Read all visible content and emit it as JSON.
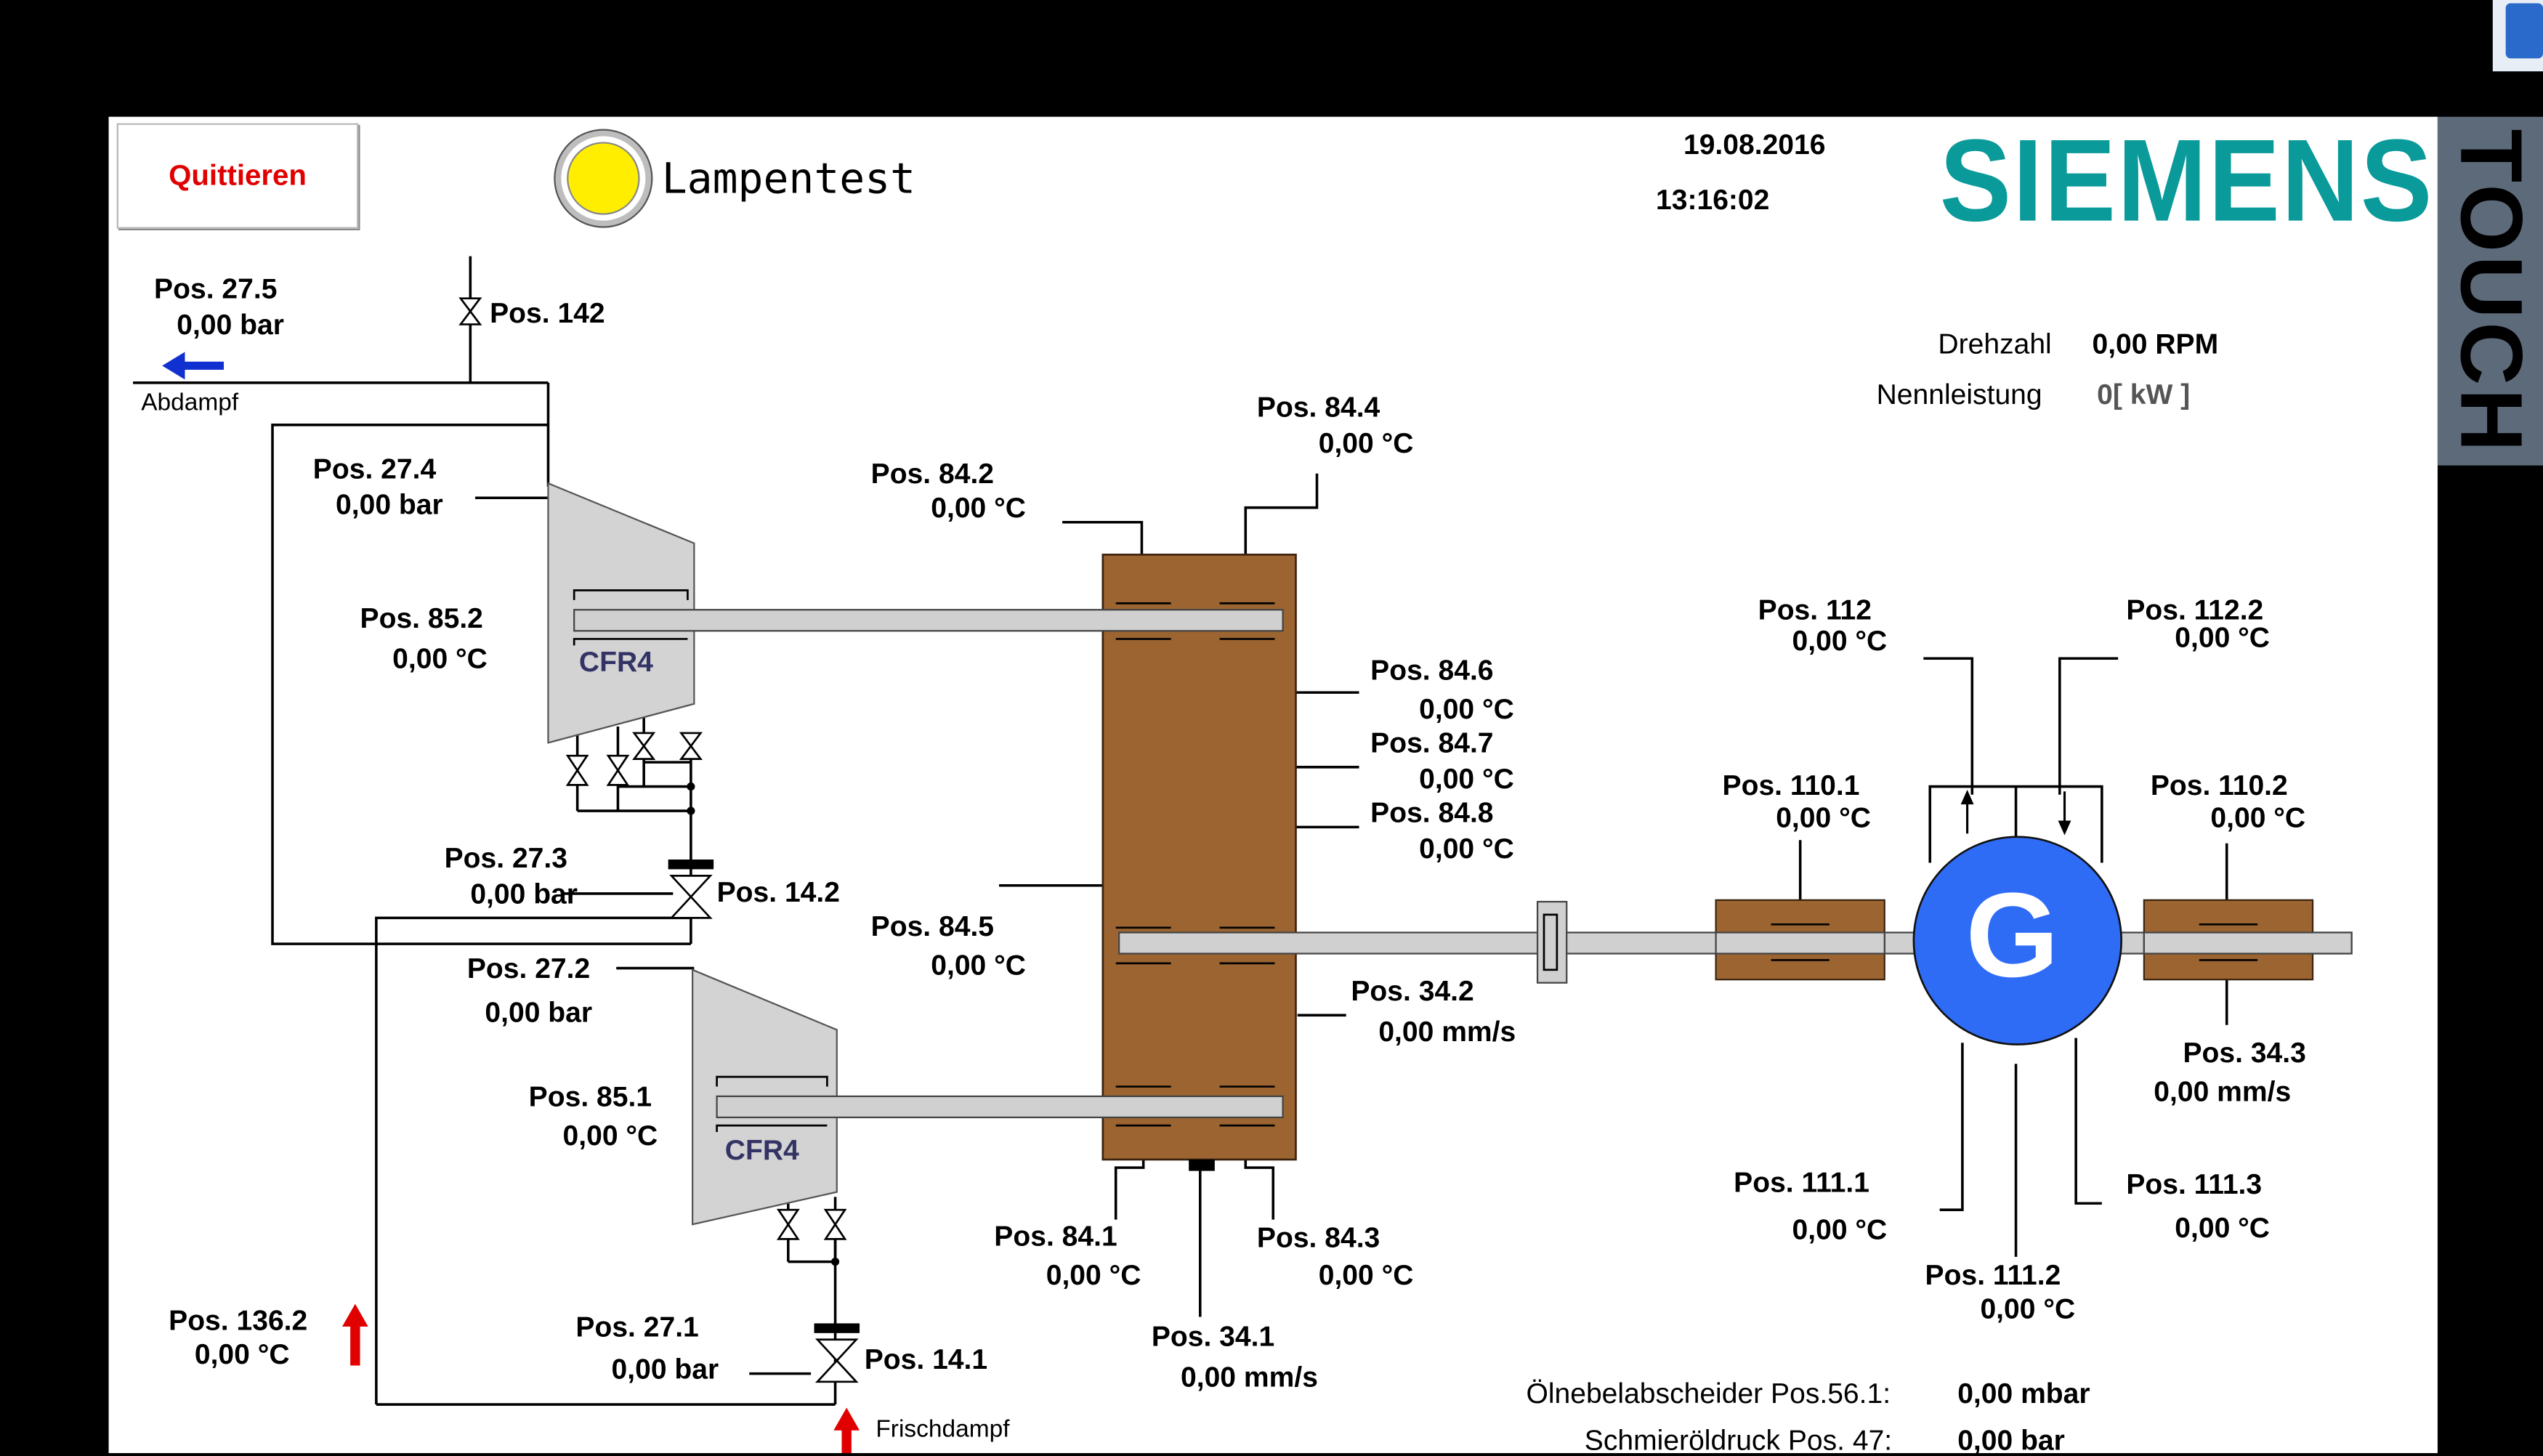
{
  "header": {
    "ack_button": "Quittieren",
    "lamp_test": "Lampentest",
    "date": "19.08.2016",
    "time": "13:16:02",
    "brand": "SIEMENS",
    "side_label": "TOUCH"
  },
  "status": {
    "speed_label": "Drehzahl",
    "speed_value": "0,00 RPM",
    "power_label": "Nennleistung",
    "power_value": "0[ kW ]"
  },
  "flow_labels": {
    "exhaust": "Abdampf",
    "live_steam": "Frischdampf"
  },
  "turbine_labels": {
    "upper": "CFR4",
    "lower": "CFR4"
  },
  "generator_label": "G",
  "points": {
    "p27_5": {
      "name": "Pos. 27.5",
      "value": "0,00 bar"
    },
    "p142": {
      "name": "Pos. 142"
    },
    "p27_4": {
      "name": "Pos. 27.4",
      "value": "0,00 bar"
    },
    "p85_2": {
      "name": "Pos. 85.2",
      "value": "0,00 °C"
    },
    "p27_3": {
      "name": "Pos. 27.3",
      "value": "0,00 bar"
    },
    "p14_2": {
      "name": "Pos. 14.2"
    },
    "p27_2": {
      "name": "Pos. 27.2",
      "value": "0,00 bar"
    },
    "p85_1": {
      "name": "Pos. 85.1",
      "value": "0,00 °C"
    },
    "p27_1": {
      "name": "Pos. 27.1",
      "value": "0,00 bar"
    },
    "p14_1": {
      "name": "Pos. 14.1"
    },
    "p136_2": {
      "name": "Pos. 136.2",
      "value": "0,00 °C"
    },
    "p84_2": {
      "name": "Pos. 84.2",
      "value": "0,00 °C"
    },
    "p84_4": {
      "name": "Pos. 84.4",
      "value": "0,00 °C"
    },
    "p84_6": {
      "name": "Pos. 84.6",
      "value": "0,00 °C"
    },
    "p84_7": {
      "name": "Pos. 84.7",
      "value": "0,00 °C"
    },
    "p84_8": {
      "name": "Pos. 84.8",
      "value": "0,00 °C"
    },
    "p84_5": {
      "name": "Pos. 84.5",
      "value": "0,00 °C"
    },
    "p34_2": {
      "name": "Pos. 34.2",
      "value": "0,00 mm/s"
    },
    "p84_1": {
      "name": "Pos. 84.1",
      "value": "0,00 °C"
    },
    "p84_3": {
      "name": "Pos. 84.3",
      "value": "0,00 °C"
    },
    "p34_1": {
      "name": "Pos. 34.1",
      "value": "0,00 mm/s"
    },
    "p112": {
      "name": "Pos. 112",
      "value": "0,00 °C"
    },
    "p112_2": {
      "name": "Pos. 112.2",
      "value": "0,00 °C"
    },
    "p110_1": {
      "name": "Pos. 110.1",
      "value": "0,00 °C"
    },
    "p110_2": {
      "name": "Pos. 110.2",
      "value": "0,00 °C"
    },
    "p34_3": {
      "name": "Pos. 34.3",
      "value": "0,00 mm/s"
    },
    "p111_1": {
      "name": "Pos. 111.1",
      "value": "0,00 °C"
    },
    "p111_2": {
      "name": "Pos. 111.2",
      "value": "0,00 °C"
    },
    "p111_3": {
      "name": "Pos. 111.3",
      "value": "0,00 °C"
    }
  },
  "footer": {
    "oil_mist_label": "Ölnebelabscheider Pos.56.1:",
    "oil_mist_value": "0,00 mbar",
    "lube_label": "Schmieröldruck Pos. 47:",
    "lube_value": "0,00 bar"
  },
  "colors": {
    "gearbox": "#9b6431",
    "generator": "#2f6cf6",
    "turbine": "#d3d3d3",
    "brand": "#0a9a9a",
    "alarm": "#e00000",
    "arrow_blue": "#1030d0",
    "arrow_red": "#e00000",
    "lamp": "#ffee00"
  }
}
